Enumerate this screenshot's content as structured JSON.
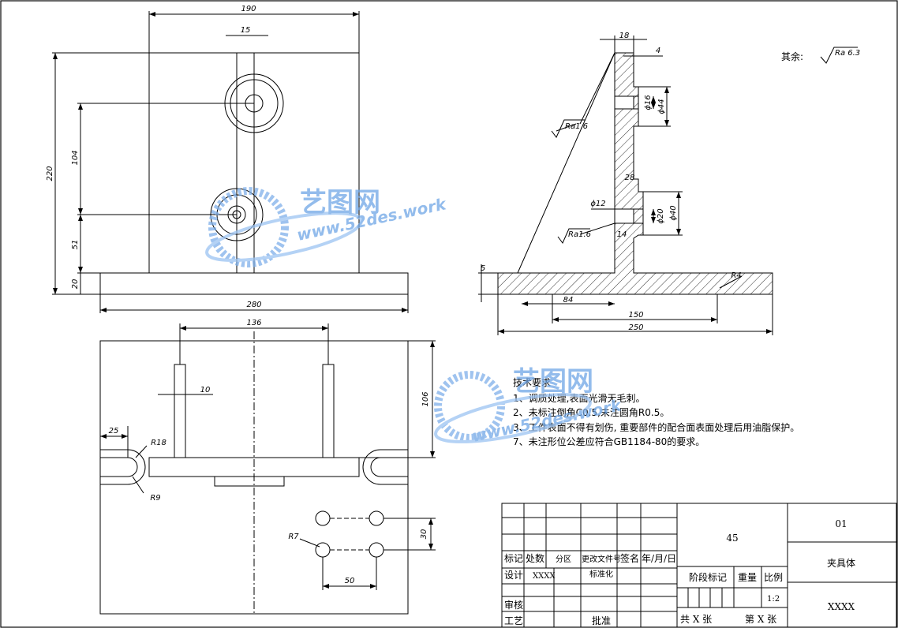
{
  "dims": {
    "front": {
      "w190": "190",
      "w15": "15",
      "h220": "220",
      "h104": "104",
      "h51": "51",
      "h20": "20",
      "w280": "280"
    },
    "side": {
      "t18": "18",
      "t4": "4",
      "d16": "ϕ16",
      "d44": "ϕ44",
      "t28": "28",
      "d12": "ϕ12",
      "d20": "ϕ20",
      "d40": "ϕ40",
      "t14": "14",
      "h5": "5",
      "l84": "84",
      "l150": "150",
      "l250": "250",
      "r4": "R4",
      "ra1": "Ra1.6",
      "ra2": "Ra1.6"
    },
    "top": {
      "w136": "136",
      "w10": "10",
      "h106": "106",
      "w25": "25",
      "r18": "R18",
      "r9": "R9",
      "r7": "R7",
      "h30": "30",
      "w50": "50"
    }
  },
  "roughness": {
    "label": "其余:",
    "value": "Ra 6.3"
  },
  "tech": {
    "title": "技术要求",
    "items": [
      "1、调质处理,表面光滑无毛刺。",
      "2、未标注倒角C0.5,未注圆角R0.5。",
      "3、工件表面不得有划伤, 重要部件的配合面表面处理后用油脂保护。",
      "7、未注形位公差应符合GB1184-80的要求。"
    ]
  },
  "watermark": {
    "brand": "艺图网",
    "url1": "www.52des.work",
    "url2": "www.52des.work"
  },
  "title_block": {
    "material": "45",
    "drawing_no": "01",
    "part_name": "夹具体",
    "company": "XXXX",
    "h_mark": "标记",
    "h_count": "处数",
    "h_zone": "分区",
    "h_docno": "更改文件号",
    "h_sign": "签名",
    "h_date": "年/月/日",
    "design": "设计",
    "design_name": "XXXX",
    "standard": "标准化",
    "review": "审核",
    "process": "工艺",
    "approve": "批准",
    "stage": "阶段标记",
    "weight": "重量",
    "scale_label": "比例",
    "scale": "1:2",
    "total": "共 X 张",
    "sheet": "第 X 张"
  }
}
